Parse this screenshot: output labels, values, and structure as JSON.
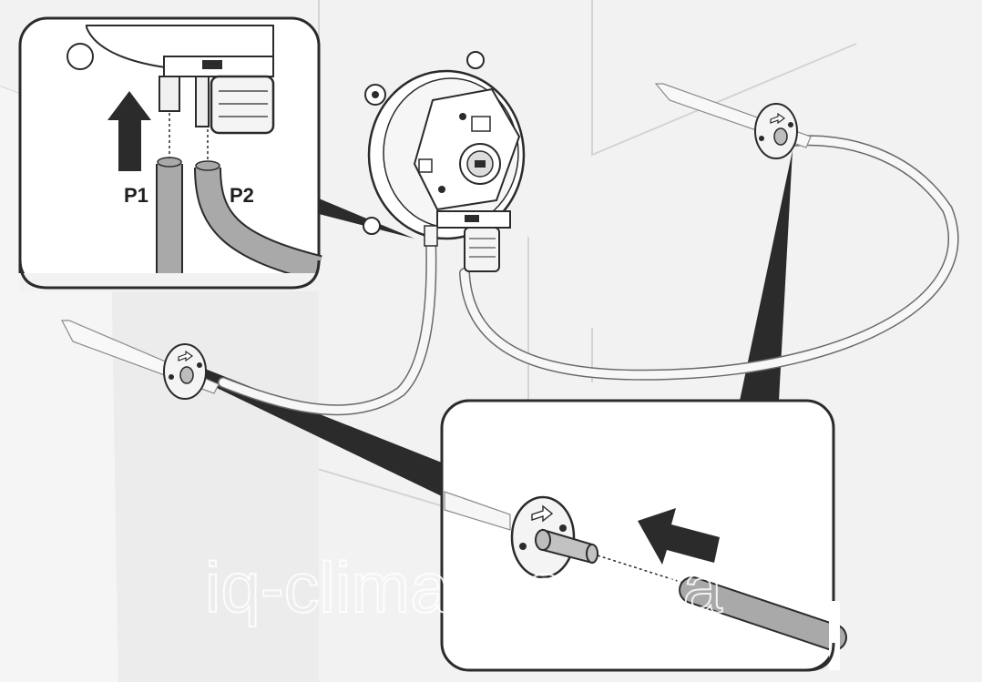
{
  "labels": {
    "port_p1": "P1",
    "port_p2": "P2"
  },
  "watermark": "iq-climat.com.ua",
  "colors": {
    "background": "#f2f2f2",
    "panel": "#ffffff",
    "outline": "#2b2b2b",
    "tube": "#a9a9a9",
    "callout": "#2b2b2b"
  },
  "icons": {
    "flow_arrow_up": "arrow-up-icon",
    "flow_arrow_left": "arrow-left-icon",
    "nozzle_direction": "arrow-right-icon"
  }
}
